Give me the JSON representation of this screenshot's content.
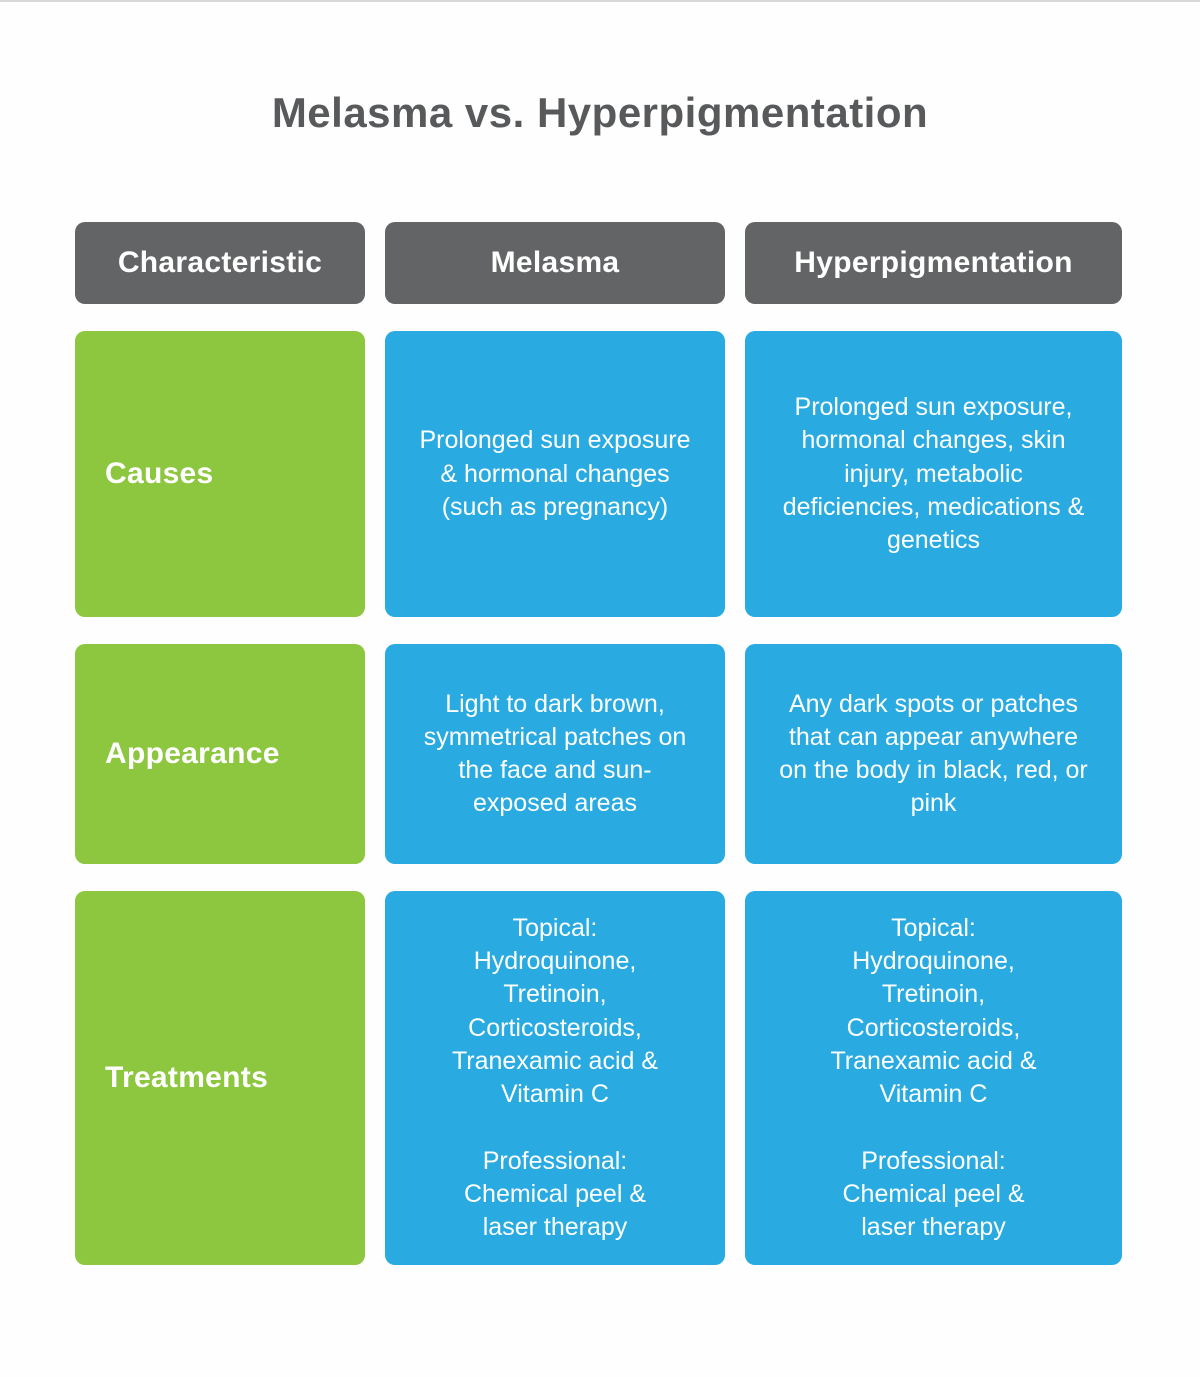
{
  "title": "Melasma vs. Hyperpigmentation",
  "colors": {
    "page_bg": "#fefefe",
    "title_color": "#58595b",
    "header_bg": "#636466",
    "row_label_bg": "#8dc63f",
    "cell_bg": "#29abe2",
    "cell_text": "#ffffff"
  },
  "table": {
    "headers": [
      "Characteristic",
      "Melasma",
      "Hyperpigmentation"
    ],
    "rows": [
      {
        "label": "Causes",
        "cells": [
          "Prolonged sun exposure & hormonal changes (such as pregnancy)",
          "Prolonged sun exposure, hormonal changes, skin injury, metabolic deficiencies, medications & genetics"
        ]
      },
      {
        "label": "Appearance",
        "cells": [
          "Light to dark brown, symmetrical patches on the face and sun-exposed areas",
          "Any dark spots or patches that can appear anywhere on the body in black, red, or pink"
        ]
      },
      {
        "label": "Treatments",
        "cells": [
          "Topical:\nHydroquinone,\nTretinoin,\nCorticosteroids,\nTranexamic acid &\nVitamin C\n\nProfessional:\nChemical peel &\nlaser therapy",
          "Topical:\nHydroquinone,\nTretinoin,\nCorticosteroids,\nTranexamic acid &\nVitamin C\n\nProfessional:\nChemical peel &\nlaser therapy"
        ]
      }
    ]
  }
}
